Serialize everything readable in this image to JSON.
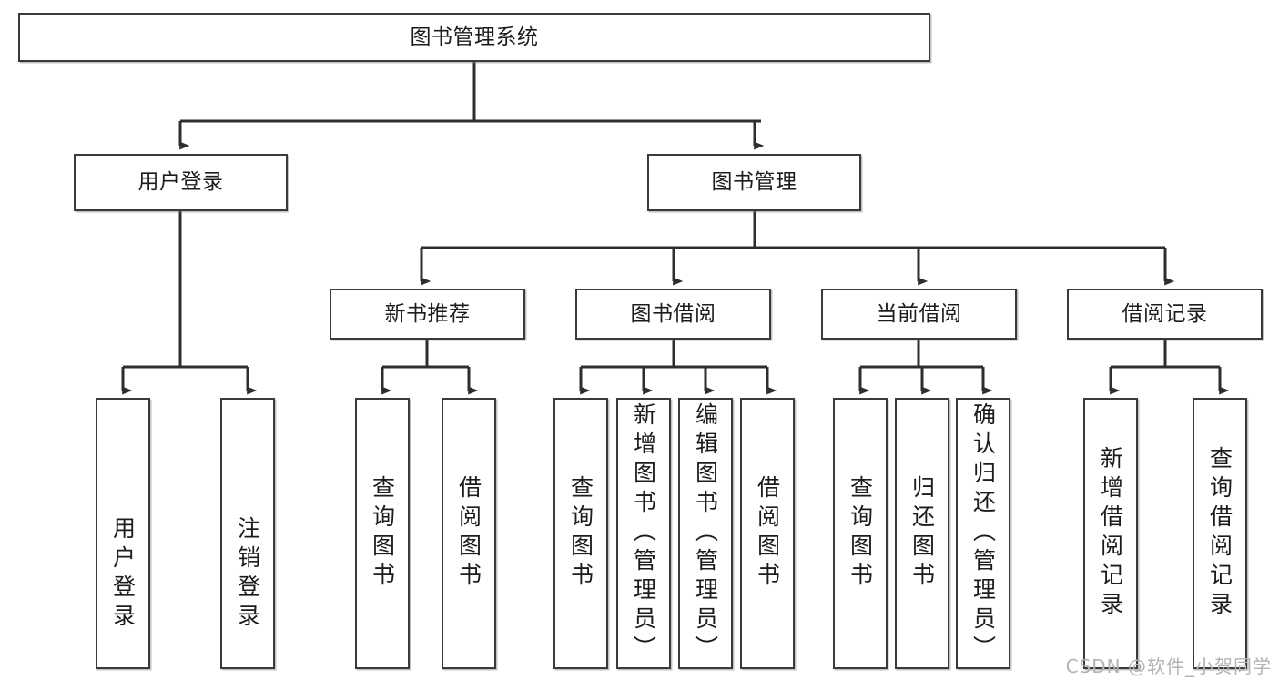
{
  "diagram": {
    "title": "图书管理系统",
    "type": "tree-hierarchy",
    "watermark": "CSDN @软件_小贺同学",
    "colors": {
      "box_border": "#3a3a3a",
      "box_fill": "#ffffff",
      "line": "#2e2e2e",
      "text": "#1c1c1c",
      "watermark": "#b3b3b3"
    },
    "root": {
      "label": "图书管理系统"
    },
    "level2": [
      {
        "label": "用户登录"
      },
      {
        "label": "图书管理"
      }
    ],
    "level3": [
      {
        "label": "新书推荐"
      },
      {
        "label": "图书借阅"
      },
      {
        "label": "当前借阅"
      },
      {
        "label": "借阅记录"
      }
    ],
    "leaves": [
      {
        "label": "用户登录",
        "parent": "用户登录"
      },
      {
        "label": "注销登录",
        "parent": "用户登录"
      },
      {
        "label": "查询图书",
        "parent": "新书推荐"
      },
      {
        "label": "借阅图书",
        "parent": "新书推荐"
      },
      {
        "label": "查询图书",
        "parent": "图书借阅"
      },
      {
        "label": "新增图书（管理员）",
        "parent": "图书借阅"
      },
      {
        "label": "编辑图书（管理员）",
        "parent": "图书借阅"
      },
      {
        "label": "借阅图书",
        "parent": "图书借阅"
      },
      {
        "label": "查询图书",
        "parent": "当前借阅"
      },
      {
        "label": "归还图书",
        "parent": "当前借阅"
      },
      {
        "label": "确认归还（管理员）",
        "parent": "当前借阅"
      },
      {
        "label": "新增借阅记录",
        "parent": "借阅记录"
      },
      {
        "label": "查询借阅记录",
        "parent": "借阅记录"
      }
    ]
  }
}
